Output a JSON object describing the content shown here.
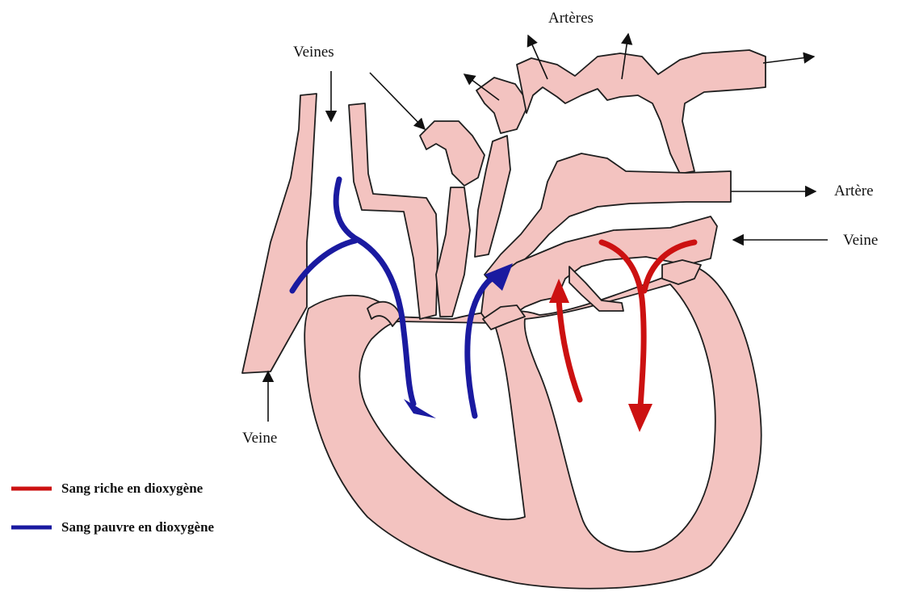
{
  "labels": {
    "arteres": "Artères",
    "veines": "Veines",
    "artere": "Artère",
    "veine_right": "Veine",
    "veine_left": "Veine"
  },
  "legend": [
    {
      "text": "Sang riche en dioxygène",
      "color": "#cc1111"
    },
    {
      "text": "Sang pauvre en dioxygène",
      "color": "#1a1aa0"
    }
  ],
  "colors": {
    "tissue": "#f3c3c0",
    "outline": "#1f1f1f",
    "oxygen_rich": "#cc1111",
    "oxygen_poor": "#1a1aa0"
  }
}
